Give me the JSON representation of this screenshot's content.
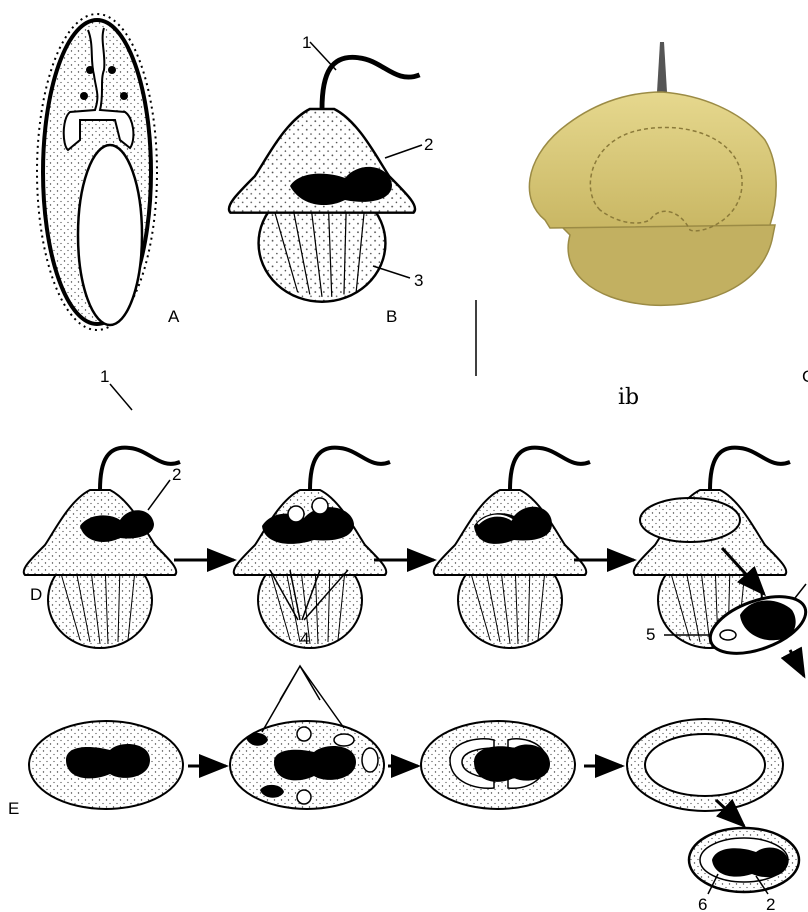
{
  "panel_labels": {
    "a": "A",
    "b": "B",
    "c": "C",
    "d": "D",
    "e": "E"
  },
  "part_numbers": {
    "n1": "1",
    "n2": "2",
    "n3": "3",
    "n4": "4",
    "n5": "5",
    "n6": "6"
  },
  "handwritten_note": "ib",
  "colors": {
    "ink": "#000000",
    "stipple": "#444444",
    "model_fill": "#d9c97a",
    "model_shadow": "#b7a65a",
    "background": "#ffffff"
  }
}
